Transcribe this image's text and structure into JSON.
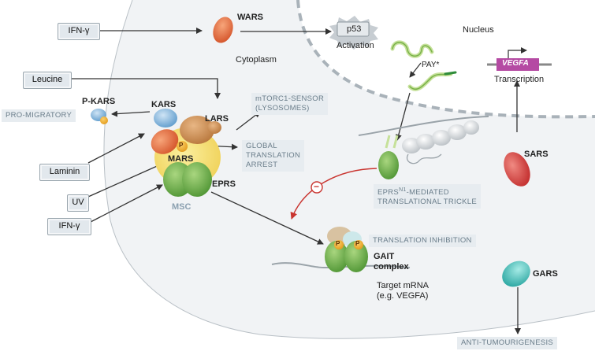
{
  "compartments": {
    "nucleus": "Nucleus",
    "cytoplasm": "Cytoplasm"
  },
  "stimuli": {
    "ifn_top": "IFN-γ",
    "leucine": "Leucine",
    "laminin": "Laminin",
    "uv": "UV",
    "ifn_bottom": "IFN-γ"
  },
  "enzymes": {
    "wars": "WARS",
    "kars": "KARS",
    "p_kars": "P-KARS",
    "lars": "LARS",
    "mars": "MARS",
    "eprs": "EPRS",
    "msc": "MSC",
    "sars": "SARS",
    "gars": "GARS",
    "p": "P"
  },
  "labels": {
    "p53": "p53",
    "activation": "Activation",
    "pay": "PAY*",
    "vegfa": "VEGFA",
    "transcription": "Transcription",
    "gait": "GAIT",
    "complex": "complex",
    "target_mrna_1": "Target mRNA",
    "target_mrna_2": "(e.g. VEGFA)",
    "inhibit_symbol": "−"
  },
  "notes": {
    "pro_migratory": "PRO-MIGRATORY",
    "mtorc1_1": "mTORC1-SENSOR",
    "mtorc1_2": "(LYSOSOMES)",
    "global_1": "GLOBAL",
    "global_2": "TRANSLATION",
    "global_3": "ARREST",
    "eprs_n1_prefix": "EPRS",
    "eprs_n1_sup": "N1",
    "eprs_n1_suffix": "-MEDIATED",
    "trickle": "TRANSLATIONAL TRICKLE",
    "translation_inhibition": "TRANSLATION INHIBITION",
    "anti_tumour": "ANTI-TUMOURIGENESIS"
  },
  "colors": {
    "cell_fill": "#f1f3f5",
    "nucleus_fill": "#ffffff",
    "wars": "#e06a3a",
    "kars": "#7fb3dd",
    "lars": "#c98a4a",
    "mars_yellow": "#f4df7a",
    "eprs_green": "#6fae49",
    "sars_red": "#d84343",
    "gars_teal": "#3bbdb8",
    "vegfa_magenta": "#b54aa3",
    "inhibit_red": "#c9342f"
  }
}
